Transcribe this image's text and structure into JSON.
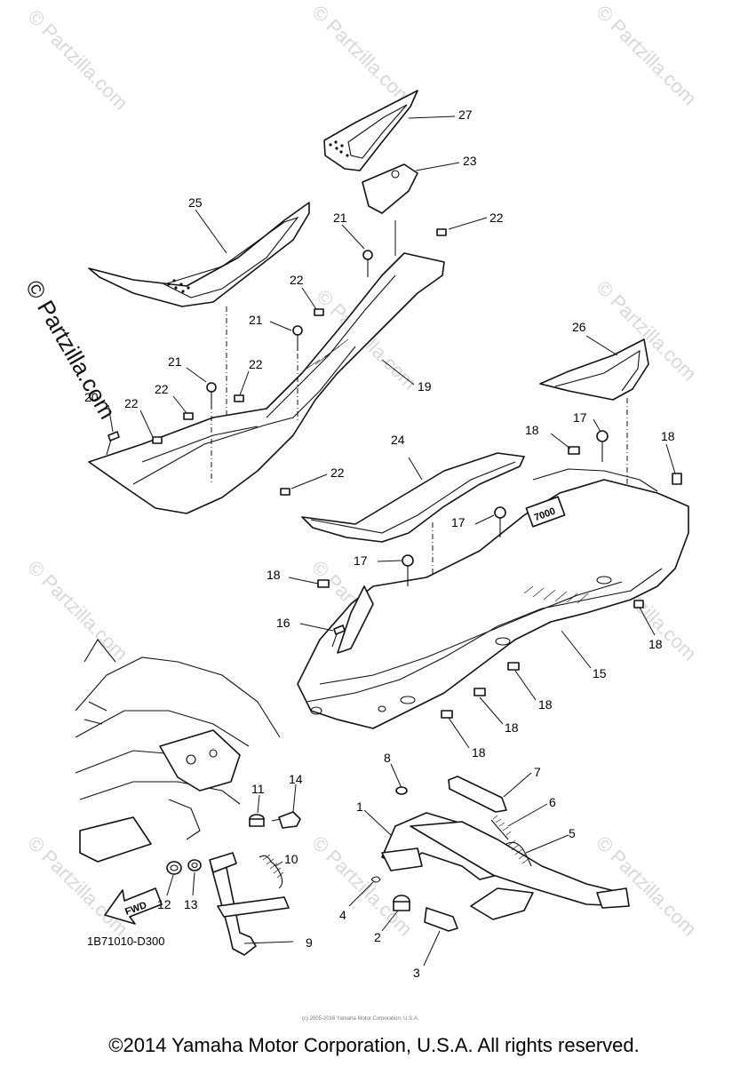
{
  "diagram": {
    "callouts": [
      {
        "id": "1",
        "label": "1"
      },
      {
        "id": "2",
        "label": "2"
      },
      {
        "id": "3",
        "label": "3"
      },
      {
        "id": "4",
        "label": "4"
      },
      {
        "id": "5",
        "label": "5"
      },
      {
        "id": "6",
        "label": "6"
      },
      {
        "id": "7",
        "label": "7"
      },
      {
        "id": "8",
        "label": "8"
      },
      {
        "id": "9",
        "label": "9"
      },
      {
        "id": "10",
        "label": "10"
      },
      {
        "id": "11",
        "label": "11"
      },
      {
        "id": "12",
        "label": "12"
      },
      {
        "id": "13",
        "label": "13"
      },
      {
        "id": "14",
        "label": "14"
      },
      {
        "id": "15",
        "label": "15"
      },
      {
        "id": "16",
        "label": "16"
      },
      {
        "id": "17",
        "label": "17"
      },
      {
        "id": "18",
        "label": "18"
      },
      {
        "id": "19",
        "label": "19"
      },
      {
        "id": "20",
        "label": "20"
      },
      {
        "id": "21",
        "label": "21"
      },
      {
        "id": "22",
        "label": "22"
      },
      {
        "id": "23",
        "label": "23"
      },
      {
        "id": "24",
        "label": "24"
      },
      {
        "id": "25",
        "label": "25"
      },
      {
        "id": "26",
        "label": "26"
      },
      {
        "id": "27",
        "label": "27"
      }
    ],
    "fwd_label": "FWD",
    "diagram_code": "1B71010-D300",
    "tiny_notice": "(c) 2005-2016 Yamaha Motor Corporation, U.S.A.",
    "watermark": "© Partzilla.com",
    "side_watermark": "© Partzilla.com"
  },
  "footer": {
    "copyright": "©2014 Yamaha Motor Corporation, U.S.A. All rights reserved."
  }
}
